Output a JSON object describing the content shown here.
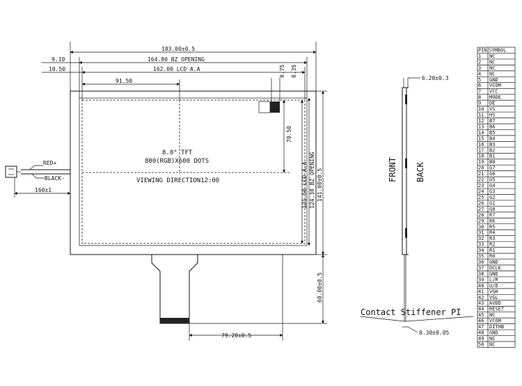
{
  "dims": {
    "outline_width": "183.00±0.5",
    "bz_width": "164.80 BZ OPENING",
    "aa_width": "162.00 LCD A.A",
    "center_x": "91.50",
    "offset_910": "9.10",
    "offset_1050": "10.50",
    "right_875": "8.75",
    "right_835": "8.35",
    "center_y": "70.50",
    "aa_height": "121.50 LCD A.A",
    "bz_height": "124.30 BZ OPENING",
    "outline_height": "141.00±0.5",
    "fpc_height": "60.00±0.5",
    "fpc_offset": "79.20±0.5",
    "cable_length": "160±1",
    "thickness": "6.20±0.3",
    "stiffener_thk": "0.30±0.05"
  },
  "panel": {
    "line1": "8.0\" TFT",
    "line2": "800(RGB)X600 DOTS",
    "line3": "VIEWING DIRECTION12:00"
  },
  "wires": {
    "red": "RED+",
    "black": "BLACK-"
  },
  "side": {
    "front": "FRONT",
    "back": "BACK",
    "stiffener": "Contact Stiffener PI"
  },
  "pin_table": {
    "headers": [
      "PIN",
      "SYMBOL"
    ],
    "rows": [
      [
        "1",
        "NC"
      ],
      [
        "2",
        "NC"
      ],
      [
        "3",
        "NC"
      ],
      [
        "4",
        "NC"
      ],
      [
        "5",
        "GND"
      ],
      [
        "6",
        "VCOM"
      ],
      [
        "7",
        "VCC"
      ],
      [
        "8",
        "MODE"
      ],
      [
        "9",
        "DE"
      ],
      [
        "10",
        "VS"
      ],
      [
        "11",
        "HS"
      ],
      [
        "12",
        "B7"
      ],
      [
        "13",
        "B6"
      ],
      [
        "14",
        "B5"
      ],
      [
        "15",
        "B4"
      ],
      [
        "16",
        "B3"
      ],
      [
        "17",
        "B2"
      ],
      [
        "18",
        "B1"
      ],
      [
        "19",
        "B0"
      ],
      [
        "20",
        "G7"
      ],
      [
        "21",
        "G6"
      ],
      [
        "22",
        "G5"
      ],
      [
        "23",
        "G4"
      ],
      [
        "24",
        "G3"
      ],
      [
        "25",
        "G2"
      ],
      [
        "26",
        "G1"
      ],
      [
        "27",
        "G0"
      ],
      [
        "28",
        "R7"
      ],
      [
        "29",
        "R6"
      ],
      [
        "30",
        "R5"
      ],
      [
        "31",
        "R4"
      ],
      [
        "32",
        "R3"
      ],
      [
        "33",
        "R2"
      ],
      [
        "34",
        "R1"
      ],
      [
        "35",
        "R0"
      ],
      [
        "36",
        "GND"
      ],
      [
        "37",
        "DCLK"
      ],
      [
        "38",
        "GND"
      ],
      [
        "39",
        "L/R"
      ],
      [
        "40",
        "U/D"
      ],
      [
        "41",
        "VGH"
      ],
      [
        "42",
        "VGL"
      ],
      [
        "43",
        "AVDD"
      ],
      [
        "44",
        "RESET"
      ],
      [
        "45",
        "NC"
      ],
      [
        "46",
        "VCOM"
      ],
      [
        "47",
        "DITHB"
      ],
      [
        "48",
        "GND"
      ],
      [
        "49",
        "NC"
      ],
      [
        "50",
        "NC"
      ]
    ]
  }
}
